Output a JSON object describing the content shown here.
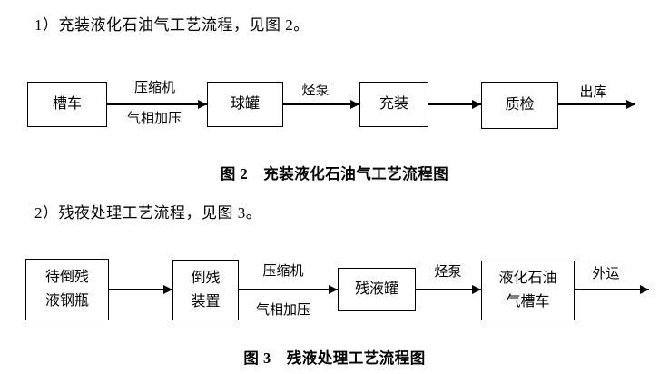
{
  "page": {
    "intro_line_1": "1）充装液化石油气工艺流程，见图 2。",
    "intro_line_2": "2）残夜处理工艺流程，见图 3。"
  },
  "figure2": {
    "caption": "图 2　充装液化石油气工艺流程图",
    "boxes": {
      "tanker_truck": "槽车",
      "sphere_tank": "球罐",
      "filling": "充装",
      "quality_check": "质检"
    },
    "arrow_labels": {
      "compressor": "压缩机",
      "gas_phase_pressurize": "气相加压",
      "hydrocarbon_pump": "烃泵",
      "outbound": "出库"
    }
  },
  "figure3": {
    "caption": "图 3　残液处理工艺流程图",
    "boxes": {
      "cylinders_awaiting_drain": "待倒残\n液钢瓶",
      "draining_unit": "倒残\n装置",
      "residual_liquid_tank": "残液罐",
      "lpg_tanker_truck": "液化石油\n气槽车"
    },
    "arrow_labels": {
      "compressor": "压缩机",
      "gas_phase_pressurize": "气相加压",
      "hydrocarbon_pump": "烃泵",
      "outbound_transport": "外运"
    }
  },
  "colors": {
    "text": "#000000",
    "line": "#000000",
    "background": "#ffffff"
  }
}
